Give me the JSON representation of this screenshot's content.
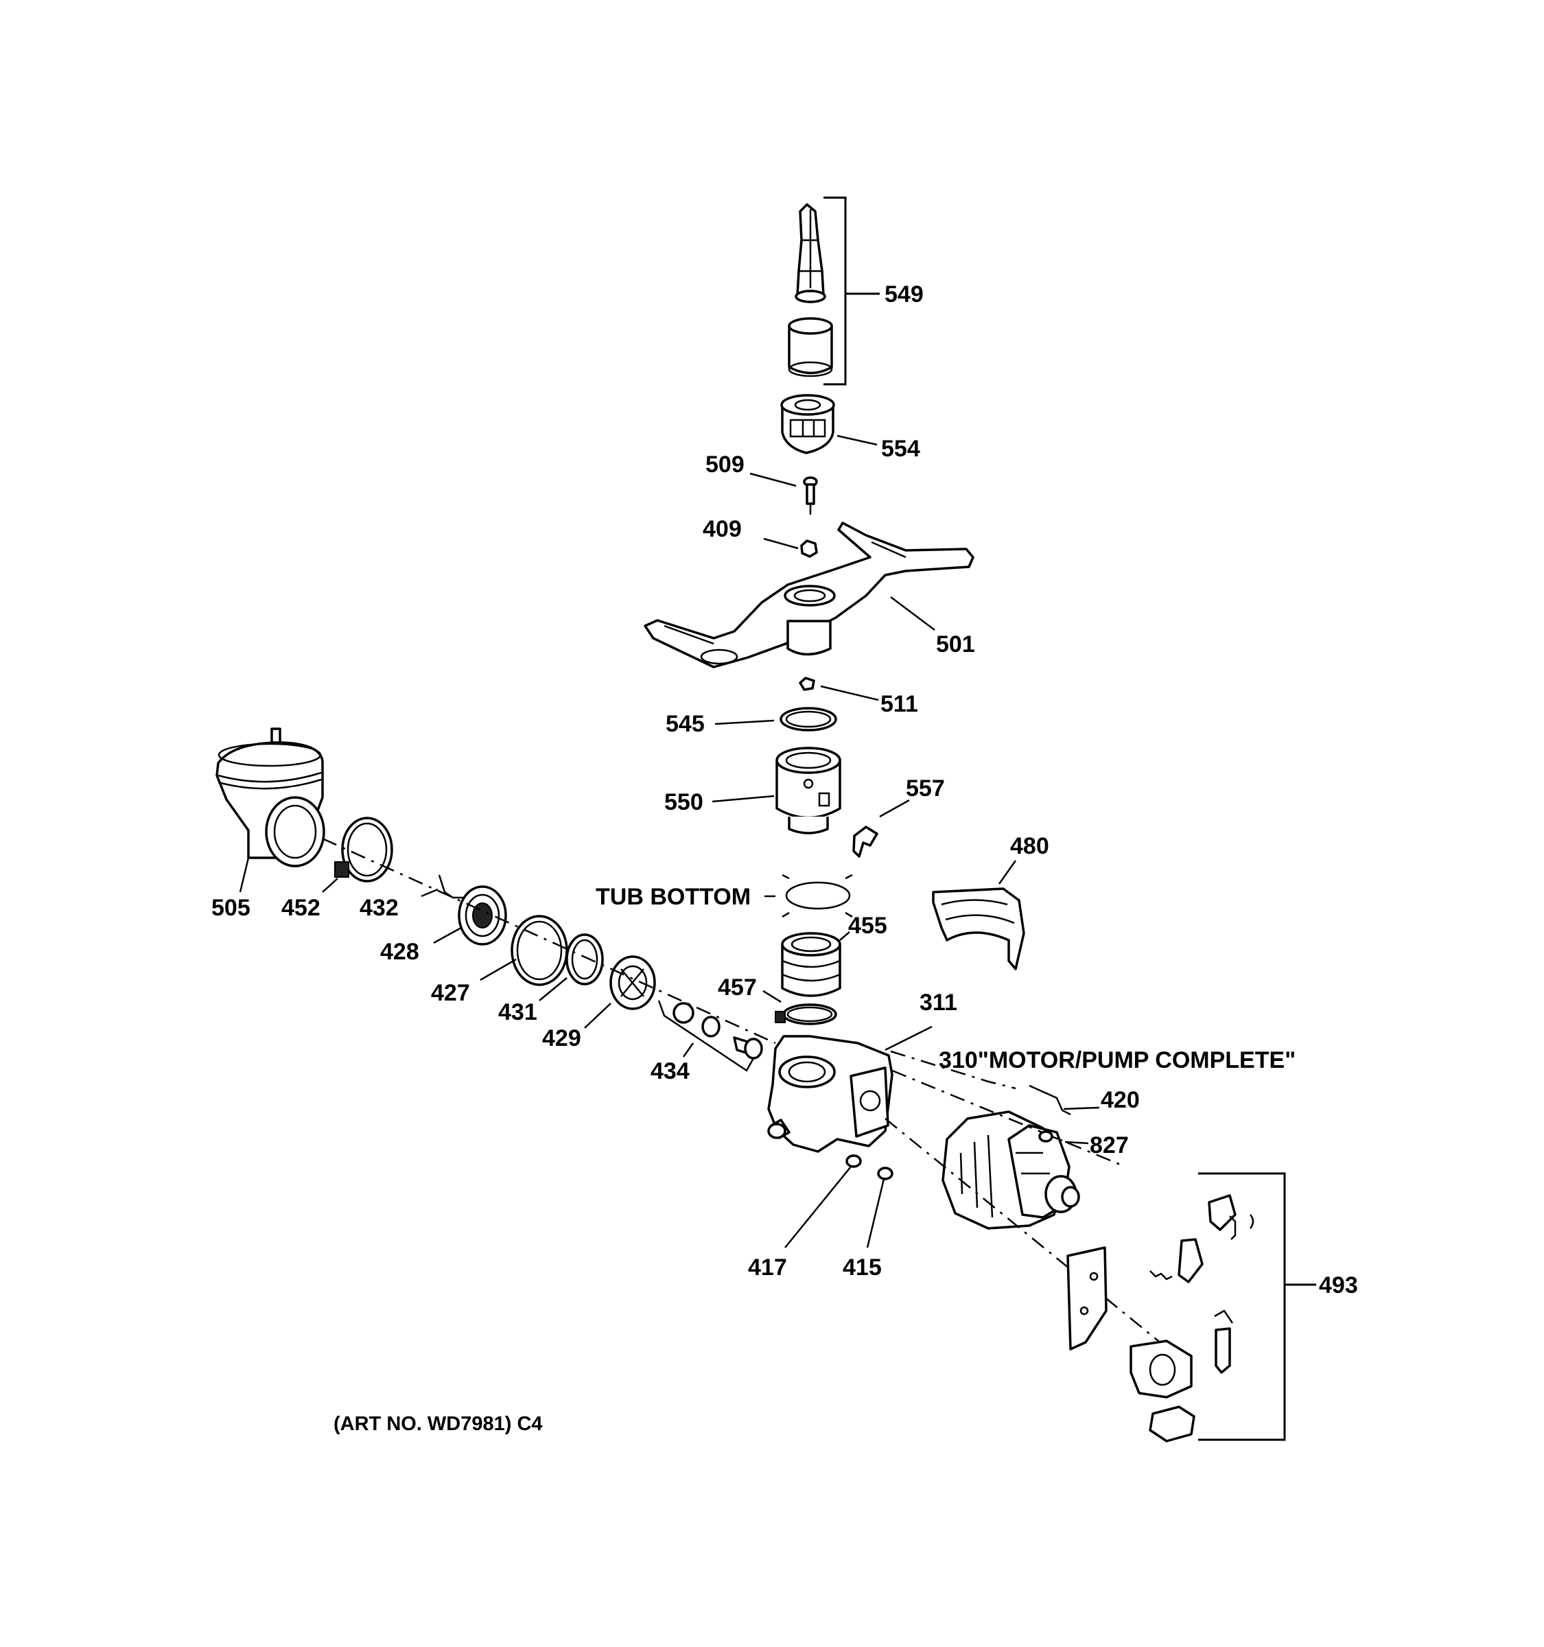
{
  "title": "",
  "labels": {
    "p549": "549",
    "p554": "554",
    "p509": "509",
    "p409": "409",
    "p501": "501",
    "p511": "511",
    "p545": "545",
    "p550": "550",
    "p557": "557",
    "p480": "480",
    "p505": "505",
    "p452": "452",
    "p432": "432",
    "p428": "428",
    "p427": "427",
    "p431": "431",
    "p429": "429",
    "p434": "434",
    "p455": "455",
    "p457": "457",
    "p311": "311",
    "p310": "310\"MOTOR/PUMP COMPLETE\"",
    "p420": "420",
    "p827": "827",
    "p417": "417",
    "p415": "415",
    "p493": "493",
    "tub_bottom": "TUB BOTTOM",
    "art_no": "(ART NO. WD7981) C4"
  }
}
